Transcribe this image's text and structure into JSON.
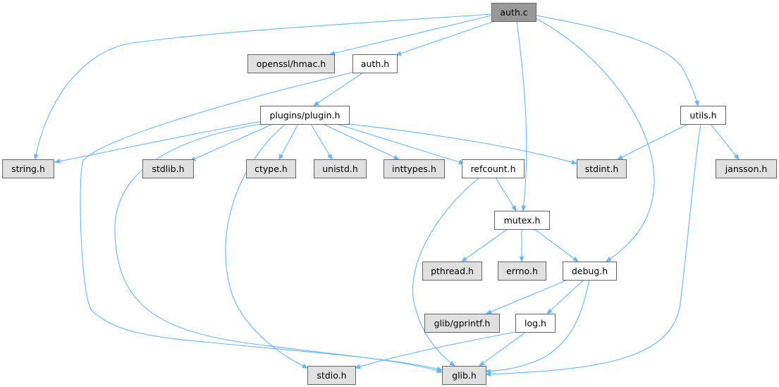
{
  "diagram": {
    "type": "include-dependency-graph",
    "colors": {
      "edge": "#63b8ff",
      "root_fill": "#999999",
      "project_fill": "#ffffff",
      "system_fill": "#e0e0e0",
      "border": "#666666"
    },
    "nodes": [
      {
        "id": "auth_c",
        "label": "auth.c",
        "kind": "root"
      },
      {
        "id": "openssl_hmac_h",
        "label": "openssl/hmac.h",
        "kind": "system"
      },
      {
        "id": "auth_h",
        "label": "auth.h",
        "kind": "project"
      },
      {
        "id": "plugins_plugin_h",
        "label": "plugins/plugin.h",
        "kind": "project"
      },
      {
        "id": "utils_h",
        "label": "utils.h",
        "kind": "project"
      },
      {
        "id": "string_h",
        "label": "string.h",
        "kind": "system"
      },
      {
        "id": "stdlib_h",
        "label": "stdlib.h",
        "kind": "system"
      },
      {
        "id": "ctype_h",
        "label": "ctype.h",
        "kind": "system"
      },
      {
        "id": "unistd_h",
        "label": "unistd.h",
        "kind": "system"
      },
      {
        "id": "inttypes_h",
        "label": "inttypes.h",
        "kind": "system"
      },
      {
        "id": "refcount_h",
        "label": "refcount.h",
        "kind": "project"
      },
      {
        "id": "stdint_h",
        "label": "stdint.h",
        "kind": "system"
      },
      {
        "id": "jansson_h",
        "label": "jansson.h",
        "kind": "system"
      },
      {
        "id": "mutex_h",
        "label": "mutex.h",
        "kind": "project"
      },
      {
        "id": "pthread_h",
        "label": "pthread.h",
        "kind": "system"
      },
      {
        "id": "errno_h",
        "label": "errno.h",
        "kind": "system"
      },
      {
        "id": "debug_h",
        "label": "debug.h",
        "kind": "project"
      },
      {
        "id": "glib_gprintf_h",
        "label": "glib/gprintf.h",
        "kind": "system"
      },
      {
        "id": "log_h",
        "label": "log.h",
        "kind": "project"
      },
      {
        "id": "stdio_h",
        "label": "stdio.h",
        "kind": "system"
      },
      {
        "id": "glib_h",
        "label": "glib.h",
        "kind": "system"
      }
    ],
    "edges": [
      {
        "from": "auth_c",
        "to": "openssl_hmac_h"
      },
      {
        "from": "auth_c",
        "to": "auth_h"
      },
      {
        "from": "auth_c",
        "to": "string_h"
      },
      {
        "from": "auth_c",
        "to": "utils_h"
      },
      {
        "from": "auth_c",
        "to": "mutex_h"
      },
      {
        "from": "auth_c",
        "to": "debug_h"
      },
      {
        "from": "auth_h",
        "to": "plugins_plugin_h"
      },
      {
        "from": "auth_h",
        "to": "glib_h"
      },
      {
        "from": "plugins_plugin_h",
        "to": "string_h"
      },
      {
        "from": "plugins_plugin_h",
        "to": "stdlib_h"
      },
      {
        "from": "plugins_plugin_h",
        "to": "ctype_h"
      },
      {
        "from": "plugins_plugin_h",
        "to": "unistd_h"
      },
      {
        "from": "plugins_plugin_h",
        "to": "inttypes_h"
      },
      {
        "from": "plugins_plugin_h",
        "to": "refcount_h"
      },
      {
        "from": "plugins_plugin_h",
        "to": "stdint_h"
      },
      {
        "from": "plugins_plugin_h",
        "to": "glib_h"
      },
      {
        "from": "plugins_plugin_h",
        "to": "stdio_h"
      },
      {
        "from": "utils_h",
        "to": "stdint_h"
      },
      {
        "from": "utils_h",
        "to": "jansson_h"
      },
      {
        "from": "utils_h",
        "to": "glib_h"
      },
      {
        "from": "refcount_h",
        "to": "mutex_h"
      },
      {
        "from": "refcount_h",
        "to": "glib_h"
      },
      {
        "from": "mutex_h",
        "to": "pthread_h"
      },
      {
        "from": "mutex_h",
        "to": "errno_h"
      },
      {
        "from": "mutex_h",
        "to": "debug_h"
      },
      {
        "from": "debug_h",
        "to": "glib_gprintf_h"
      },
      {
        "from": "debug_h",
        "to": "log_h"
      },
      {
        "from": "debug_h",
        "to": "glib_h"
      },
      {
        "from": "log_h",
        "to": "stdio_h"
      },
      {
        "from": "log_h",
        "to": "glib_h"
      }
    ]
  }
}
